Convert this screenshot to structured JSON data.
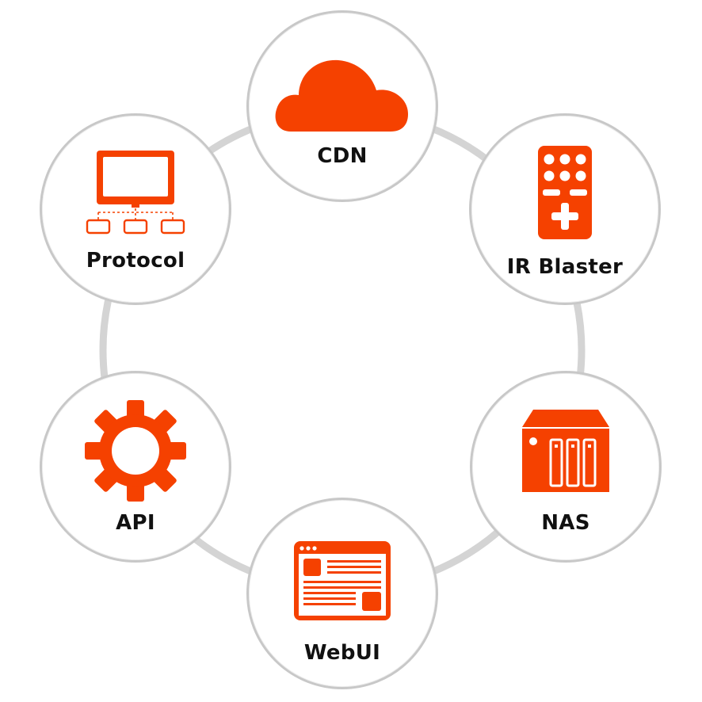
{
  "colors": {
    "accent": "#f54100",
    "ring": "#cccccc",
    "circle_border": "#c8c8c8",
    "text": "#111111"
  },
  "nodes": {
    "cdn": {
      "label": "CDN",
      "icon": "cloud-icon"
    },
    "ir_blaster": {
      "label": "IR Blaster",
      "icon": "remote-control-icon"
    },
    "nas": {
      "label": "NAS",
      "icon": "nas-drive-icon"
    },
    "webui": {
      "label": "WebUI",
      "icon": "browser-window-icon"
    },
    "api": {
      "label": "API",
      "icon": "gear-icon"
    },
    "protocol": {
      "label": "Protocol",
      "icon": "network-monitor-icon"
    }
  }
}
